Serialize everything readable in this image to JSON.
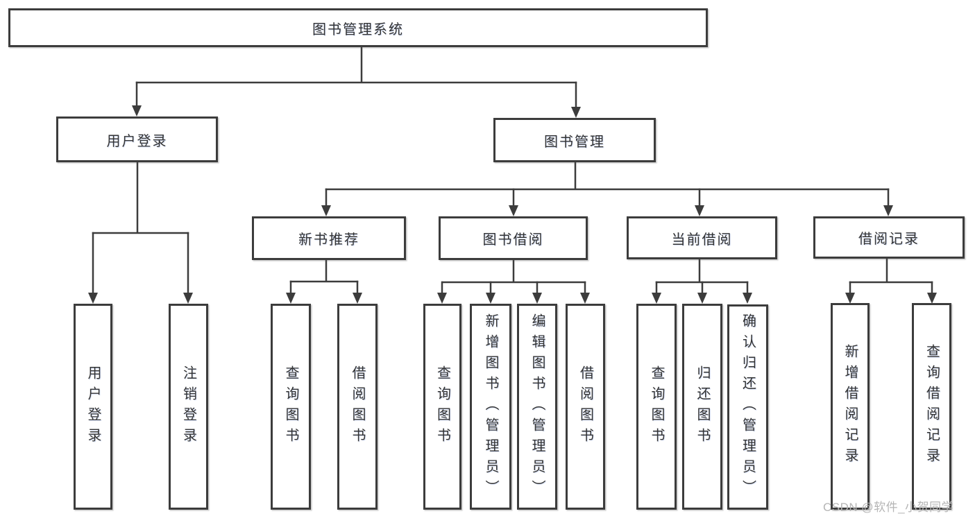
{
  "colors": {
    "line": "#3c3c3c",
    "text": "#333333",
    "background": "#ffffff",
    "watermark": "#b5b5b5"
  },
  "watermark": {
    "text": "CSDN @软件_小贺同学"
  },
  "tree": {
    "root": {
      "label": "图书管理系统",
      "children": [
        {
          "label": "用户登录",
          "children": [
            {
              "label": "用户登录"
            },
            {
              "label": "注销登录"
            }
          ]
        },
        {
          "label": "图书管理",
          "children": [
            {
              "label": "新书推荐",
              "children": [
                {
                  "label": "查询图书"
                },
                {
                  "label": "借阅图书"
                }
              ]
            },
            {
              "label": "图书借阅",
              "children": [
                {
                  "label": "查询图书"
                },
                {
                  "label": "新增图书（管理员）"
                },
                {
                  "label": "编辑图书（管理员）"
                },
                {
                  "label": "借阅图书"
                }
              ]
            },
            {
              "label": "当前借阅",
              "children": [
                {
                  "label": "查询图书"
                },
                {
                  "label": "归还图书"
                },
                {
                  "label": "确认归还（管理员）"
                }
              ]
            },
            {
              "label": "借阅记录",
              "children": [
                {
                  "label": "新增借阅记录"
                },
                {
                  "label": "查询借阅记录"
                }
              ]
            }
          ]
        }
      ]
    }
  }
}
